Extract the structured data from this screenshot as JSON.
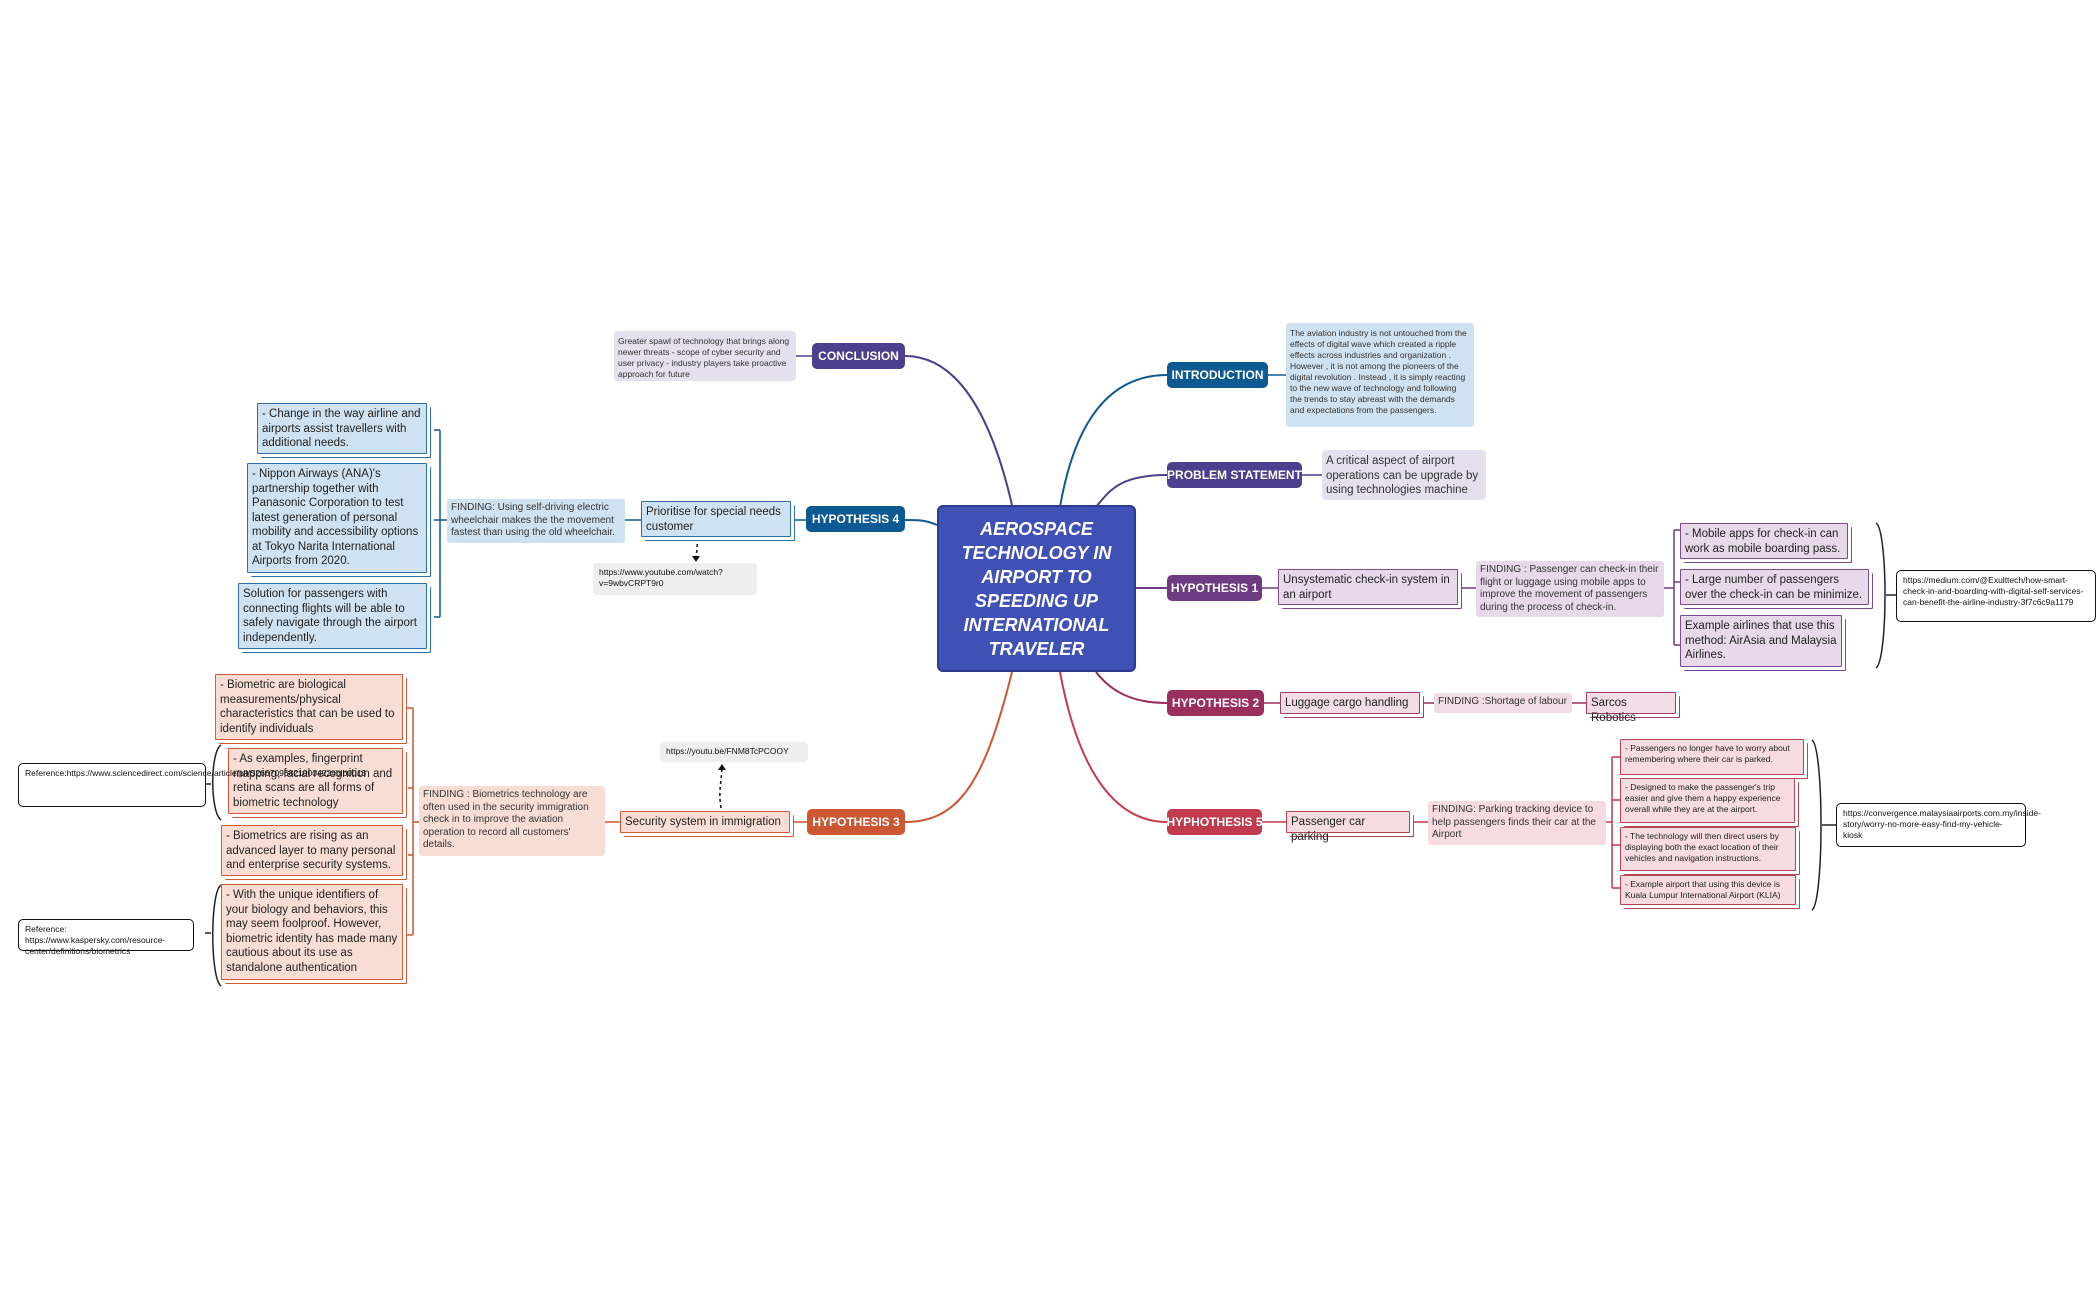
{
  "central": {
    "title": "AEROSPACE TECHNOLOGY IN AIRPORT TO SPEEDING UP INTERNATIONAL TRAVELER"
  },
  "introduction": {
    "label": "INTRODUCTION",
    "note": "The aviation industry is not untouched from the effects of digital wave which created a ripple effects across industries and organization . However , it is not among the pioneers of the digital revolution . Instead , it is simply reacting to the new wave of technology and following the trends to stay abreast with the demands and expectations from the passengers."
  },
  "problem_statement": {
    "label": "PROBLEM STATEMENT",
    "note": "A critical aspect of airport operations can be upgrade by using technologies machine"
  },
  "hypothesis1": {
    "label": "HYPOTHESIS 1",
    "topic": "Unsystematic check-in system in an airport",
    "finding": "FINDING : Passenger can check-in their flight or luggage using mobile apps to improve the movement of passengers during the process of check-in.",
    "points": [
      "- Mobile apps for check-in can work as mobile boarding pass.",
      "- Large number of passengers over the check-in can be minimize.",
      "Example airlines that use this method: AirAsia and Malaysia Airlines."
    ],
    "reference": "https://medium.com/@Exulttech/how-smart-check-in-and-boarding-with-digital-self-services-can-benefit-the-airline-industry-3f7c6c9a1179"
  },
  "hypothesis2": {
    "label": "HYPOTHESIS 2",
    "topic": "Luggage cargo handling",
    "finding": "FINDING :Shortage of labour",
    "result": "Sarcos Robotics"
  },
  "hypothesis5": {
    "label": "HYPHOTHESIS 5",
    "topic": "Passenger car parking",
    "finding": "FINDING: Parking tracking device to help passengers finds their car at the Airport",
    "points": [
      "- Passengers no longer have to worry about remembering where their car is parked.",
      "- Designed to make the passenger's trip easier and give them a happy experience overall while they are at the airport.",
      "- The technology will then direct users by displaying both the exact location of their vehicles and navigation instructions.",
      "- Example airport that using this device is Kuala Lumpur International Airport (KLIA)"
    ],
    "reference": "https://convergence.malaysiaairports.com.my/inside-story/worry-no-more-easy-find-my-vehicle-kiosk"
  },
  "hypothesis3": {
    "label": "HYPOTHESIS 3",
    "topic": "Security system in immigration",
    "link": "https://youtu.be/FNM8TcPCOOY",
    "finding": "FINDING :  Biometrics technology are often used in the security immigration check in to improve the aviation operation to record all customers' details.",
    "points": [
      "- Biometric are biological measurements/physical characteristics that can be used to identify individuals",
      "- As examples, fingerprint mapping, facial recognition and retina scans are all forms of biometric technology",
      "- Biometrics are rising as an advanced layer to many personal and enterprise security systems.",
      "- With the unique identifiers of your biology and behaviors, this may seem foolproof. However, biometric identity has made many cautious about its use as standalone authentication"
    ],
    "reference1": "Reference:https://www.sciencedirect.com/science/article/pii/S2667096821000422#bib0013",
    "reference2": "Reference: https://www.kaspersky.com/resource-center/definitions/biometrics"
  },
  "hypothesis4": {
    "label": "HYPOTHESIS 4",
    "topic": "Prioritise for special needs customer",
    "link": "https://www.youtube.com/watch?v=9wbvCRPT9r0",
    "finding": "FINDING: Using self-driving electric wheelchair makes the the movement fastest than using the old wheelchair.",
    "points": [
      "- Change in the way airline and airports assist travellers with additional needs.",
      "- Nippon Airways (ANA)'s partnership together with Panasonic Corporation to test latest generation of personal mobility and accessibility options at Tokyo Narita International Airports from 2020.",
      "Solution for passengers with connecting flights will be able to safely navigate through the airport independently."
    ]
  },
  "conclusion": {
    "label": "CONCLUSION",
    "note": "Greater spawl of technology that brings along newer threats - scope of cyber security and user privacy - industry players take proactive approach for future"
  },
  "colors": {
    "central": "#3f51b5",
    "introduction": "#0d5a92",
    "problem": "#4b3f8e",
    "hypothesis1": "#6e3b83",
    "hypothesis2": "#9b2f5c",
    "hypothesis5": "#c23a4d",
    "hypothesis3": "#cd5633",
    "hypothesis4": "#0d5a92",
    "conclusion": "#4b3f8e"
  }
}
